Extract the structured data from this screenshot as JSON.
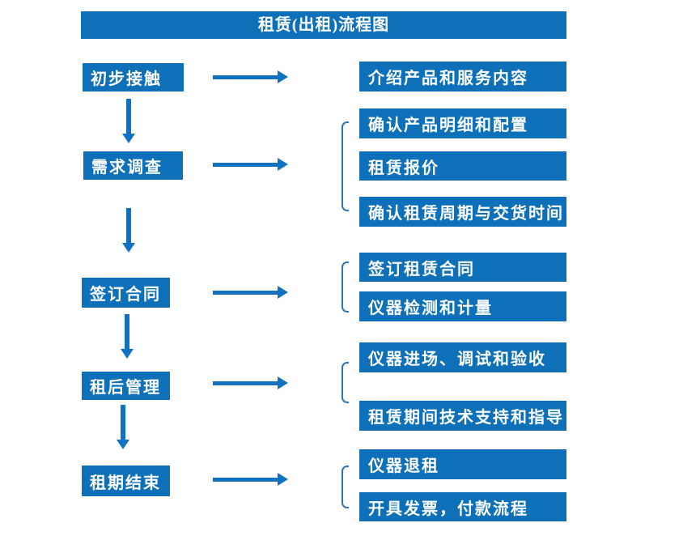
{
  "title": "租赁(出租)流程图",
  "colors": {
    "box_blue": "#0d70b9",
    "arrow_blue": "#1272c2",
    "bracket_blue": "#2e75b6",
    "text_white": "#ffffff",
    "background": "#ffffff"
  },
  "flow": {
    "steps": [
      {
        "label": "初步接触",
        "details": [
          "介绍产品和服务内容"
        ]
      },
      {
        "label": "需求调查",
        "details": [
          "确认产品明细和配置",
          "租赁报价",
          "确认租赁周期与交货时间"
        ]
      },
      {
        "label": "签订合同",
        "details": [
          "签订租赁合同",
          "仪器检测和计量"
        ]
      },
      {
        "label": "租后管理",
        "details": [
          "仪器进场、调试和验收",
          "租赁期间技术支持和指导"
        ]
      },
      {
        "label": "租期结束",
        "details": [
          "仪器退租",
          "开具发票，付款流程"
        ]
      }
    ]
  }
}
